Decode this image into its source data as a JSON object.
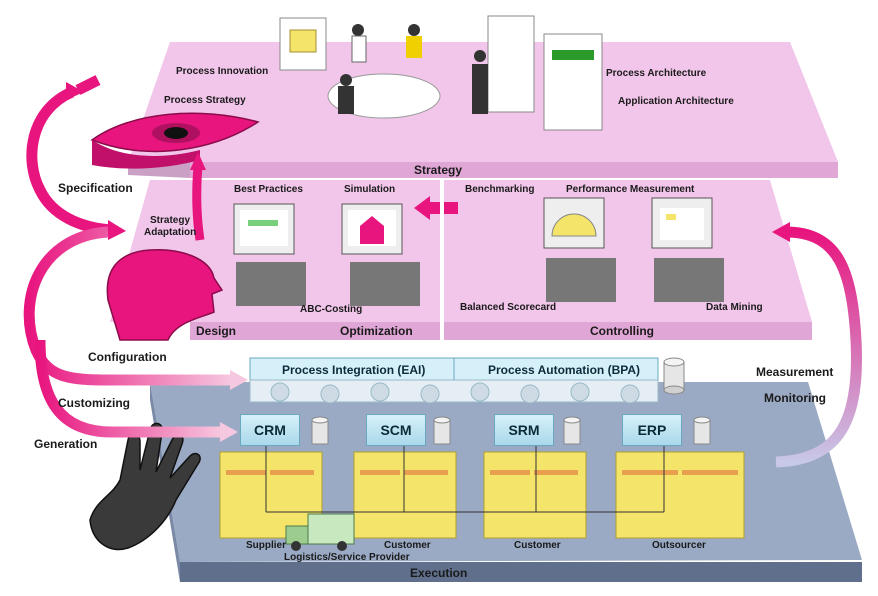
{
  "layers": {
    "strategy": {
      "title": "Strategy",
      "labels": [
        "Process Innovation",
        "Process Strategy",
        "Process Architecture",
        "Application Architecture"
      ]
    },
    "design": {
      "title": "Design",
      "labels": [
        "Best Practices",
        "Simulation",
        "ABC-Costing"
      ]
    },
    "optimization": {
      "title": "Optimization"
    },
    "controlling": {
      "title": "Controlling",
      "labels": [
        "Benchmarking",
        "Performance Measurement",
        "Balanced Scorecard",
        "Data Mining"
      ]
    },
    "execution": {
      "title": "Execution",
      "integration": "Process Integration (EAI)",
      "automation": "Process Automation (BPA)",
      "systems": [
        "CRM",
        "SCM",
        "SRM",
        "ERP"
      ],
      "partners": [
        "Supplier",
        "Customer",
        "Customer",
        "Outsourcer"
      ],
      "logistics": "Logistics/Service Provider"
    }
  },
  "flows": {
    "specification": "Specification",
    "strategy_adaptation_1": "Strategy",
    "strategy_adaptation_2": "Adaptation",
    "configuration": "Configuration",
    "customizing": "Customizing",
    "generation": "Generation",
    "measurement": "Measurement",
    "monitoring": "Monitoring"
  },
  "colors": {
    "plate_pink": "#f2c6ea",
    "plate_pink_edge": "#caa0c4",
    "band_pink": "#e0a6d6",
    "plate_blue": "#9aaac4",
    "band_blue": "#5f6f8c",
    "arrow_magenta": "#e8157f",
    "building_yellow": "#f4e46a"
  }
}
